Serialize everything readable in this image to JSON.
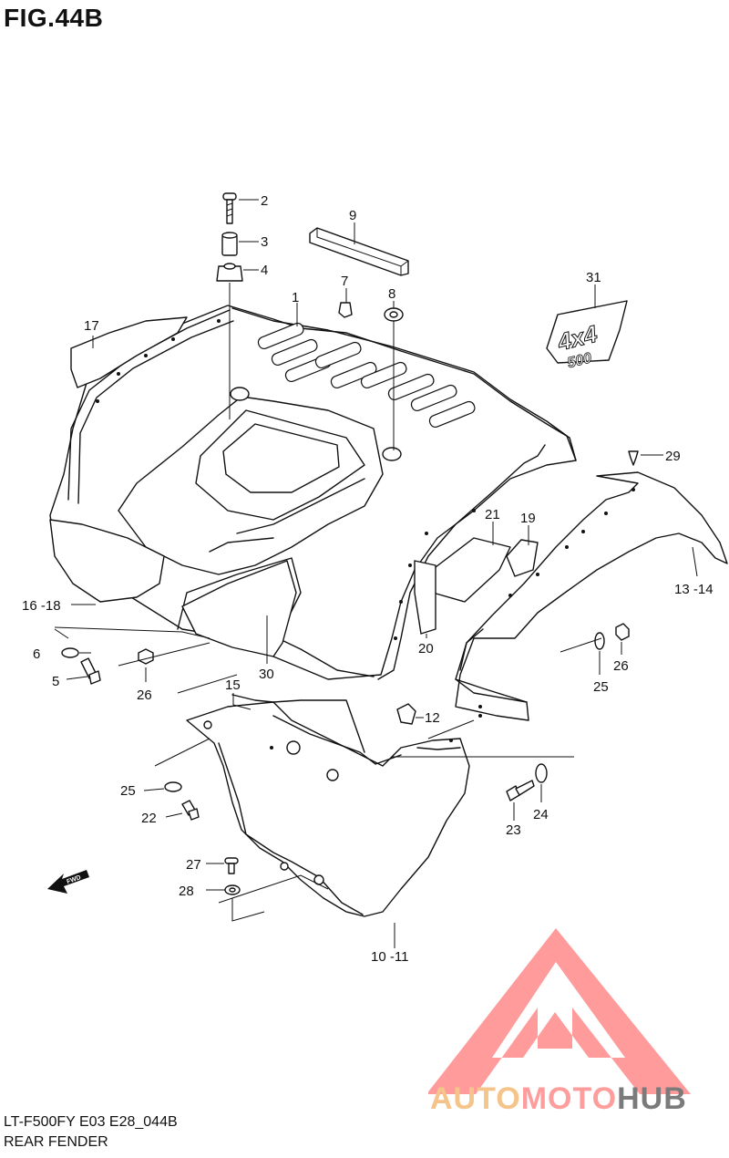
{
  "figure": {
    "title": "FIG.44B",
    "model_code": "LT-F500FY E03 E28_044B",
    "section_name": "REAR FENDER"
  },
  "callouts": [
    "2",
    "3",
    "4",
    "9",
    "7",
    "8",
    "1",
    "17",
    "31",
    "29",
    "21",
    "19",
    "16 -18",
    "13 -14",
    "6",
    "26",
    "20",
    "30",
    "26",
    "25",
    "5",
    "15",
    "12",
    "25",
    "22",
    "24",
    "23",
    "27",
    "28",
    "10 -11"
  ],
  "decals": {
    "fender_4x4": "4x4",
    "emblem_4x4": "4x4",
    "emblem_sub": "500",
    "fwd_arrow": "FWD"
  },
  "watermark": {
    "part1": "AUTO",
    "part2": "MOTO",
    "part3": "HUB",
    "colors": {
      "triangle": "#ff8a8a",
      "auto": "#f5c48a",
      "moto": "#ff9d9d",
      "hub": "#7b7b7b"
    }
  }
}
